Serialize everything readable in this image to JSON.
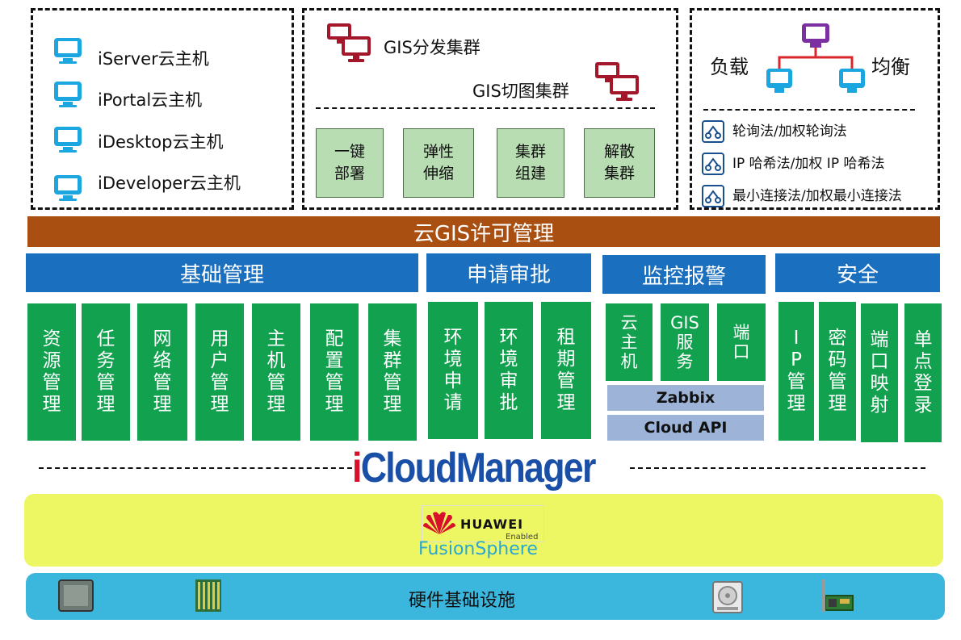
{
  "vm_hosts": [
    "iServer云主机",
    "iPortal云主机",
    "iDesktop云主机",
    "iDeveloper云主机"
  ],
  "clusters": {
    "dispatch": "GIS分发集群",
    "tiling": "GIS切图集群"
  },
  "cluster_functions": [
    "一键\n部署",
    "弹性\n伸缩",
    "集群\n组建",
    "解散\n集群"
  ],
  "load_balance": {
    "left": "负载",
    "right": "均衡",
    "algorithms": [
      "轮询法/加权轮询法",
      "IP 哈希法/加权 IP 哈希法",
      "最小连接法/加权最小连接法"
    ]
  },
  "license_bar": "云GIS许可管理",
  "categories": {
    "basic": {
      "title": "基础管理",
      "modules": [
        "资\n源\n管\n理",
        "任\n务\n管\n理",
        "网\n络\n管\n理",
        "用\n户\n管\n理",
        "主\n机\n管\n理",
        "配\n置\n管\n理",
        "集\n群\n管\n理"
      ]
    },
    "approval": {
      "title": "申请审批",
      "modules": [
        "环\n境\n申\n请",
        "环\n境\n审\n批",
        "租\n期\n管\n理"
      ]
    },
    "monitor": {
      "title": "监控报警",
      "modules": [
        "云\n主\n机",
        "GIS\n服\n务",
        "端\n口"
      ],
      "tools": [
        "Zabbix",
        "Cloud API"
      ]
    },
    "security": {
      "title": "安全",
      "modules": [
        "I\nP\n管\n理",
        "密\n码\n管\n理",
        "端\n口\n映\n射",
        "单\n点\n登\n录"
      ]
    }
  },
  "brand": {
    "first_letter": "i",
    "rest": "CloudManager"
  },
  "virtualization": {
    "vendor": "HUAWEI",
    "enabled": "Enabled",
    "product": "FusionSphere"
  },
  "hardware_label": "硬件基础设施",
  "colors": {
    "brown": "#a94f12",
    "blue": "#1a6fbf",
    "green": "#12a14f",
    "yellow": "#edf763",
    "cyan": "#3bb6dd"
  }
}
